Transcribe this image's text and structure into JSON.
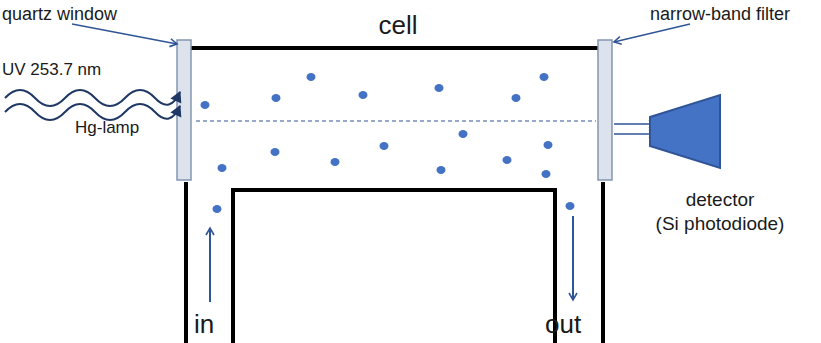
{
  "diagram": {
    "nodes": [
      {
        "text": [
          "cell"
        ]
      },
      {
        "text": [
          "detector",
          "(Si photodiode)"
        ]
      }
    ],
    "edges": [
      {
        "from": 0,
        "to": 1,
        "arrow": "to"
      }
    ],
    "labels": [
      "quartz window",
      "narrow-band filter",
      "UV 253.7 nm",
      "Hg-lamp",
      "in",
      "out"
    ]
  }
}
